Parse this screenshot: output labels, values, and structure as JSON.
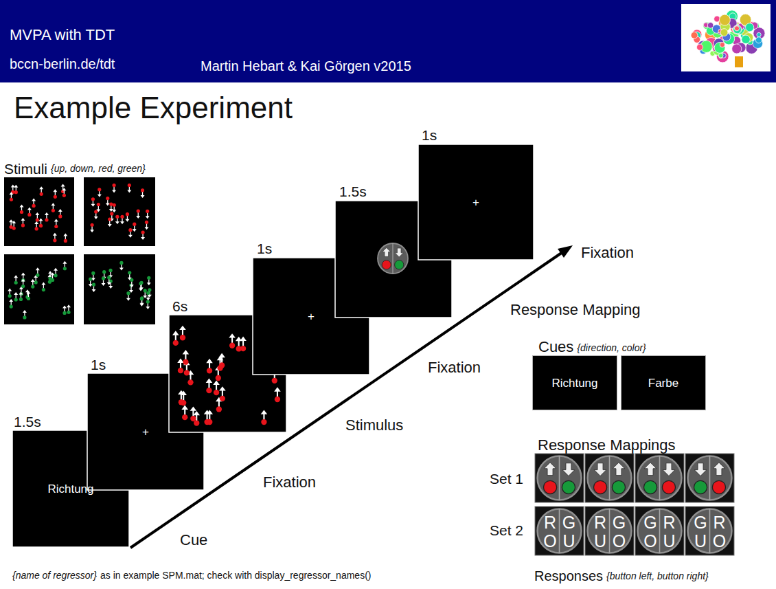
{
  "diagram": {
    "title": "Example Experiment",
    "nodes": [
      {
        "text": [
          "Richtung"
        ]
      },
      {
        "text": [
          "+"
        ]
      },
      {
        "text": [
          "+"
        ]
      },
      {
        "text": [
          "+"
        ]
      },
      {
        "text": [
          "Richtung"
        ]
      },
      {
        "text": [
          "Farbe"
        ]
      },
      {
        "text": [
          "R",
          "G",
          "O",
          "U"
        ]
      },
      {
        "text": [
          "R",
          "G",
          "U",
          "O"
        ]
      },
      {
        "text": [
          "G",
          "R",
          "O",
          "U"
        ]
      },
      {
        "text": [
          "G",
          "R",
          "U",
          "O"
        ]
      }
    ],
    "labels": [
      "MVPA with TDT",
      "bccn-berlin.de/tdt",
      "Martin Hebart & Kai Görgen v2015",
      "Stimuli",
      "{up, down, red, green}",
      "1.5s",
      "1s",
      "6s",
      "1s",
      "1.5s",
      "1s",
      "Cue",
      "Fixation",
      "Stimulus",
      "Fixation",
      "Response Mapping",
      "Fixation",
      "Cues",
      "{direction, color}",
      "Response Mappings",
      "Set 1",
      "Set 2",
      "Responses",
      "{button left, button right}",
      "{name of regressor}",
      "as in example SPM.mat; check with display_regressor_names()"
    ]
  }
}
